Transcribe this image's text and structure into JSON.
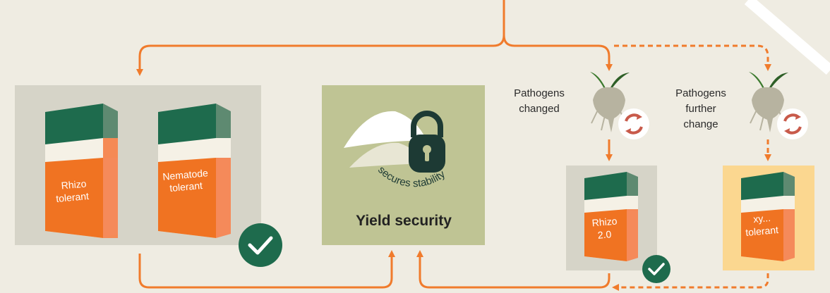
{
  "products": {
    "rhizo": {
      "line1": "Rhizo",
      "line2": "tolerant"
    },
    "nematode": {
      "line1": "Nematode",
      "line2": "tolerant"
    },
    "rhizo20": {
      "line1": "Rhizo",
      "line2": "2.0"
    },
    "xy": {
      "line1": "xy...",
      "line2": "tolerant"
    }
  },
  "yield": {
    "title": "Yield security",
    "arc_text": "secures stability"
  },
  "stages": {
    "changed": {
      "line1": "Pathogens",
      "line2": "changed"
    },
    "further": {
      "line1": "Pathogens",
      "line2": "further",
      "line3": "change"
    }
  },
  "colors": {
    "background": "#efece2",
    "arrow": "#f07b2c",
    "panel_grey": "#d6d4c8",
    "panel_green": "#bfc494",
    "panel_yellow": "#fbd790",
    "box_green": "#1e6b4d",
    "box_orange": "#f07322",
    "check_green": "#1e6b4d",
    "refresh_red": "#c85a4a"
  },
  "icons": [
    "check-icon",
    "lock-icon",
    "seed-pile-icon",
    "beet-plant-icon",
    "refresh-icon"
  ]
}
